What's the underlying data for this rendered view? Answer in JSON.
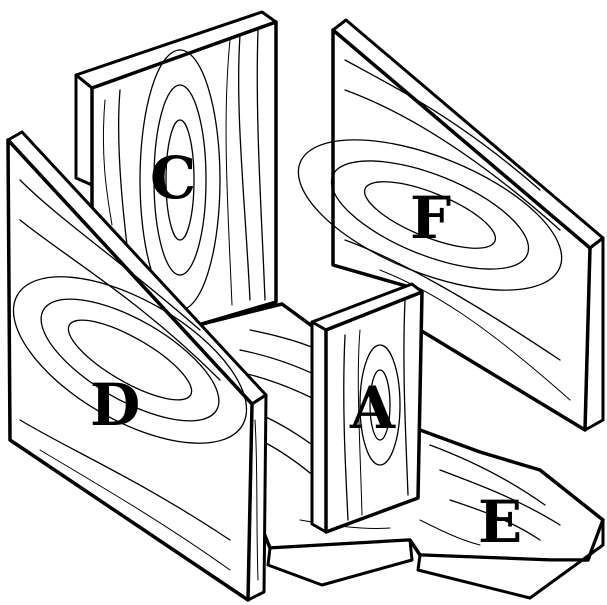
{
  "panels": {
    "a": {
      "label": "A"
    },
    "c": {
      "label": "C"
    },
    "d": {
      "label": "D"
    },
    "e": {
      "label": "E"
    },
    "f": {
      "label": "F"
    }
  },
  "colors": {
    "wood": "#ffffff",
    "ink": "#000000"
  }
}
